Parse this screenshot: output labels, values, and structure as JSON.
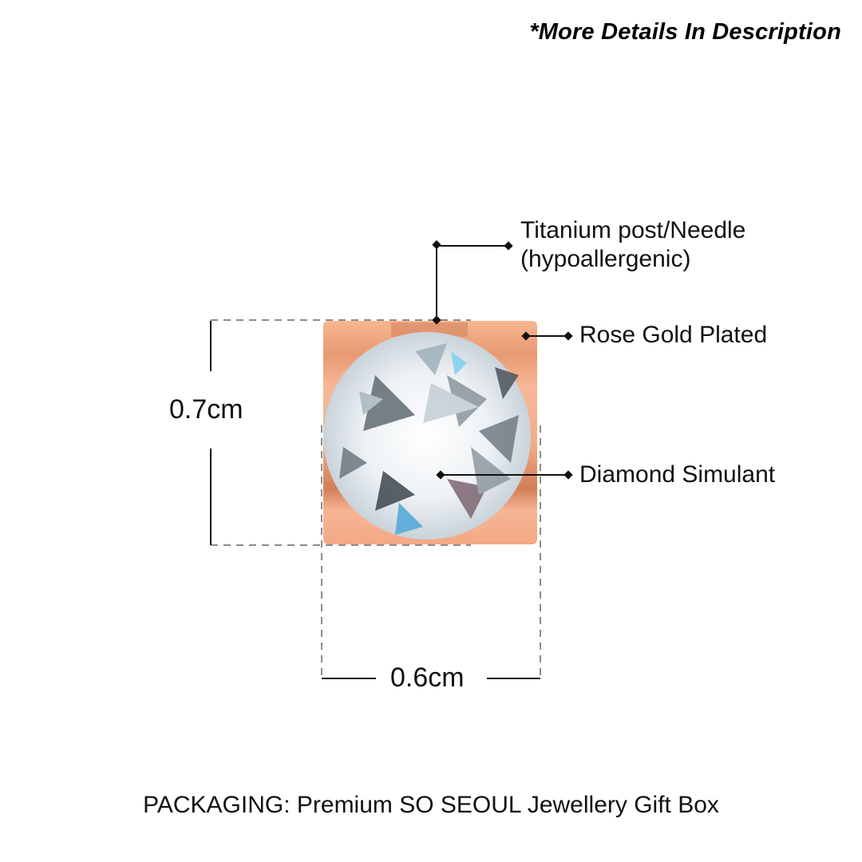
{
  "header": {
    "note": "*More Details In Description"
  },
  "product": {
    "image_alt": "Rose gold square stud earring with round diamond simulant",
    "metal_color": "#F0A57E",
    "metal_shadow": "#C8734C"
  },
  "callouts": [
    {
      "id": "post",
      "line1": "Titanium post/Needle",
      "line2": "(hypoallergenic)"
    },
    {
      "id": "plating",
      "line1": "Rose Gold Plated"
    },
    {
      "id": "stone",
      "line1": "Diamond Simulant"
    }
  ],
  "dimensions": {
    "height": "0.7cm",
    "width": "0.6cm"
  },
  "footer": {
    "packaging": "PACKAGING: Premium SO SEOUL Jewellery Gift Box"
  },
  "colors": {
    "text": "#111111",
    "dash": "#666666",
    "background": "#FFFFFF"
  }
}
